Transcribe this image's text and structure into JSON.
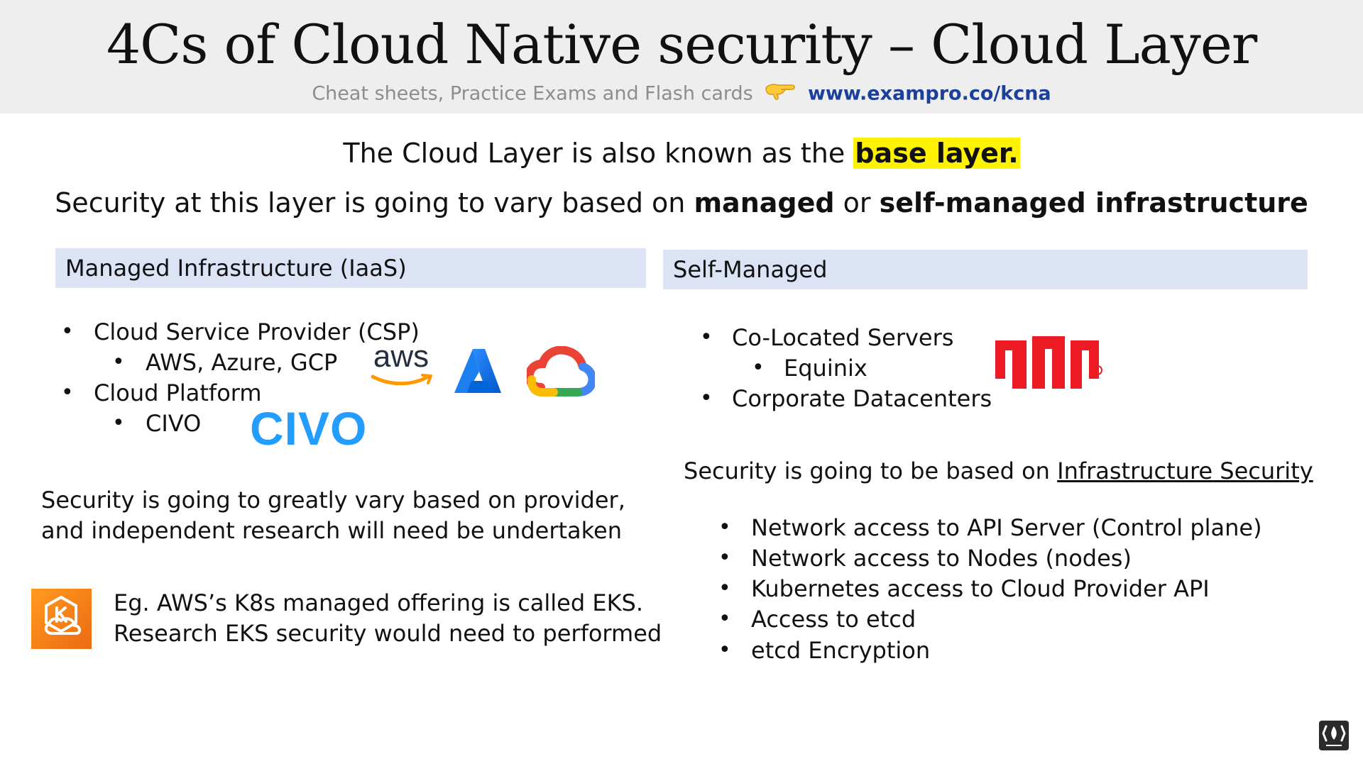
{
  "header": {
    "title": "4Cs of Cloud Native security – Cloud Layer",
    "subtitle": "Cheat sheets, Practice Exams and Flash cards",
    "link": "www.exampro.co/kcna"
  },
  "intro": {
    "line1_prefix": "The Cloud Layer is also known as the ",
    "line1_highlight": "base layer.",
    "line2_prefix": "Security at this layer is going to vary based on ",
    "line2_bold1": "managed",
    "line2_middle": " or ",
    "line2_bold2": "self-managed infrastructure"
  },
  "left_panel": {
    "heading": "Managed Infrastructure (IaaS)",
    "items": [
      {
        "label": "Cloud Service Provider (CSP)"
      },
      {
        "label": "AWS, Azure, GCP"
      },
      {
        "label": "Cloud Platform"
      },
      {
        "label": "CIVO"
      }
    ],
    "logos": {
      "aws": "aws",
      "civo": "CIVO"
    },
    "note": [
      "Security is going to greatly vary based on provider,",
      "and independent research will need be undertaken"
    ],
    "example": [
      "Eg. AWS’s K8s managed offering is called EKS.",
      "Research EKS security would need to performed"
    ]
  },
  "right_panel": {
    "heading": "Self-Managed",
    "items": [
      {
        "label": "Co-Located Servers"
      },
      {
        "label": "Equinix"
      },
      {
        "label": "Corporate Datacenters"
      }
    ],
    "security_prefix": "Security is going to be based on ",
    "security_link": "Infrastructure Security",
    "security_items": [
      "Network access to API Server (Control plane)",
      "Network access to Nodes (nodes)",
      "Kubernetes access to Cloud Provider API",
      "Access to etcd",
      "etcd Encryption"
    ]
  },
  "colors": {
    "header_bg": "#eeeeee",
    "panel_bg": "#dce3f4",
    "highlight": "#fff200",
    "link": "#1b3f9b",
    "aws_orange": "#ff9900",
    "azure_blue": "#0078d4",
    "civo_blue": "#239dff",
    "equinix_red": "#ed1c24",
    "eks_orange": "#f58a1f"
  },
  "icons": {
    "hand": "pointing-hand-icon",
    "azure": "azure-logo-icon",
    "google_cloud": "google-cloud-logo-icon",
    "equinix": "equinix-logo-icon",
    "eks": "amazon-eks-icon",
    "channel": "channel-logo-icon"
  }
}
